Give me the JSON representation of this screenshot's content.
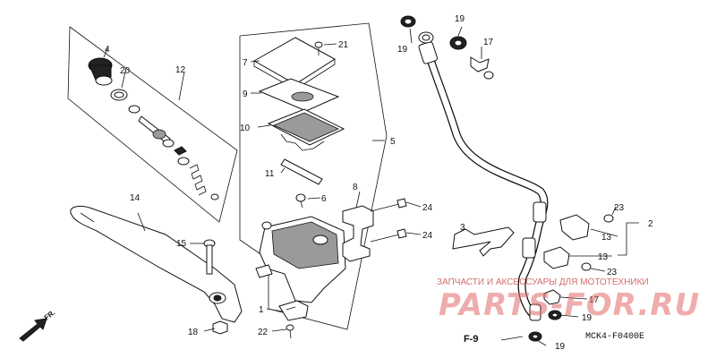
{
  "labels": {
    "n1": "1",
    "n2": "2",
    "n4": "4",
    "n5": "5",
    "n6": "6",
    "n7": "7",
    "n8": "8",
    "n9": "9",
    "n10": "10",
    "n11": "11",
    "n12": "12",
    "n13a": "13",
    "n13b": "13",
    "n14": "14",
    "n15": "15",
    "n17a": "17",
    "n17b": "17",
    "n18": "18",
    "n19a": "19",
    "n19b": "19",
    "n19c": "19",
    "n19d": "19",
    "n20": "20",
    "n21": "21",
    "n22": "22",
    "n23a": "23",
    "n23b": "23",
    "n24a": "24",
    "n24b": "24"
  },
  "reference": {
    "f9": "F-9",
    "fr": "FR."
  },
  "watermark": {
    "subtitle": "ЗАПЧАСТИ И АКСЕССУАРЫ ДЛЯ МОТОТЕХНИКИ",
    "site": "PARTS-FOR.RU"
  },
  "diagram_code": "MCK4-F0400E"
}
